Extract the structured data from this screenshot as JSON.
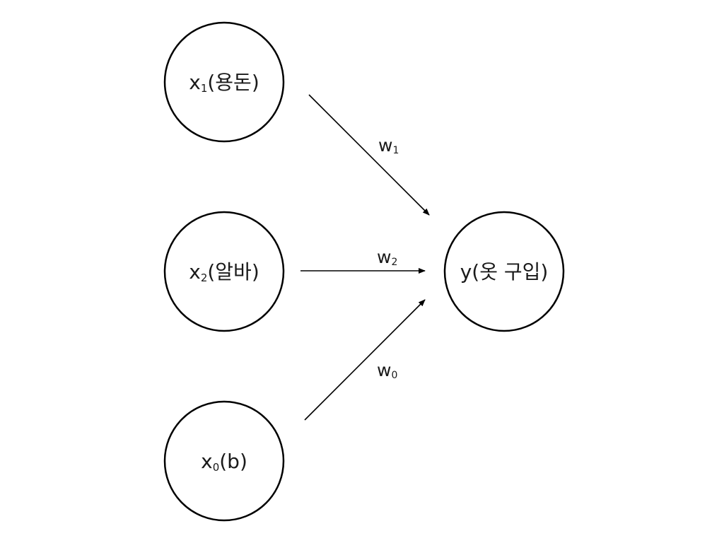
{
  "diagram": {
    "nodes": [
      {
        "id": "x1",
        "base": "x",
        "sub": "1",
        "text": "(용돈)"
      },
      {
        "id": "x2",
        "base": "x",
        "sub": "2",
        "text": "(알바)"
      },
      {
        "id": "x0",
        "base": "x",
        "sub": "0",
        "text": "(b)"
      },
      {
        "id": "y",
        "base": "y",
        "sub": "",
        "text": "(옷 구입)"
      }
    ],
    "edges": [
      {
        "from": "x1",
        "to": "y",
        "base": "w",
        "sub": "1"
      },
      {
        "from": "x2",
        "to": "y",
        "base": "w",
        "sub": "2"
      },
      {
        "from": "x0",
        "to": "y",
        "base": "w",
        "sub": "0"
      }
    ],
    "colors": {
      "stroke": "#000000",
      "text": "#1a1a1a",
      "background": "#ffffff"
    }
  }
}
